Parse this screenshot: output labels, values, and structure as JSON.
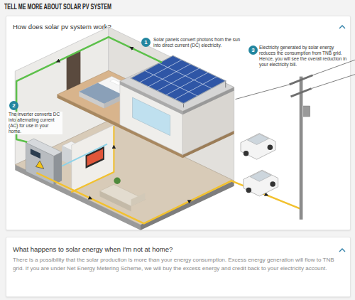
{
  "diagram": {
    "title": "TELL ME MORE ABOUT SOLAR PV SYSTEM",
    "nodes": [
      {
        "text": [
          "How does solar pv system work?"
        ]
      },
      {
        "text": [
          "1"
        ],
        "in": 0
      },
      {
        "text": [
          "2"
        ],
        "in": 0
      },
      {
        "text": [
          "3"
        ],
        "in": 0
      },
      {
        "text": [
          "What happens to solar energy when I'm not at home?",
          "There is a possibility that the solar production is more than your energy consumption. Excess energy generation will flow to TNB grid. If you are under Net Energy Metering Scheme, we will buy the excess energy and credit back to your electricity account."
        ]
      }
    ],
    "labels": [
      "Solar panels convert photons from the sun into direct current (DC) electricity.",
      "The inverter converts DC into alternating current (AC) for use in your home.",
      "Electricity generated by solar energy reduces the consumption from TNB grid. Hence, you will see the overall reduction in your electricity bill."
    ]
  }
}
